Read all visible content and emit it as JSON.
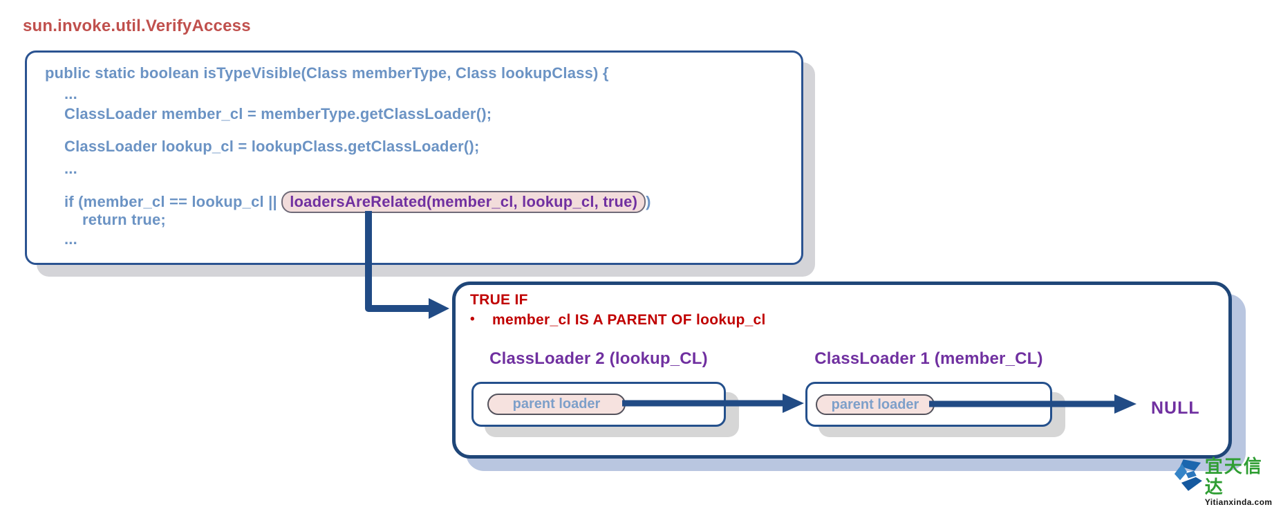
{
  "title": "sun.invoke.util.VerifyAccess",
  "code_box": {
    "signature": "public static boolean isTypeVisible(Class memberType, Class lookupClass) {",
    "ellipsis1": "...",
    "member_line": "ClassLoader member_cl = memberType.getClassLoader();",
    "lookup_line": "ClassLoader lookup_cl = lookupClass.getClassLoader();",
    "ellipsis2": "...",
    "if_prefix": "if (member_cl == lookup_cl || ",
    "if_highlight": "loadersAreRelated(member_cl, lookup_cl, true)",
    "if_suffix": ")",
    "return_line": "return true;",
    "ellipsis3": "..."
  },
  "result_box": {
    "heading": "TRUE IF",
    "bullet_glyph": "•",
    "bullet_text": "member_cl IS A PARENT OF lookup_cl",
    "loader2_title": "ClassLoader 2 (lookup_CL)",
    "loader2_pill": "parent loader",
    "loader1_title": "ClassLoader 1 (member_CL)",
    "loader1_pill": "parent loader",
    "null_label": "NULL"
  },
  "logo": {
    "name_cn": "宜天信达",
    "domain": "Yitianxinda.com"
  },
  "colors": {
    "title_red": "#c0504d",
    "code_blue": "#6b93c4",
    "highlight_purple": "#7030a0",
    "alert_red": "#c00000",
    "navy": "#1f4678",
    "pill_pink": "#f2dcdb",
    "shadow_gray": "#d4d4d8",
    "shadow_blue": "#b9c6e0",
    "logo_green": "#2f9e33",
    "logo_blue": "#1b66ae"
  }
}
